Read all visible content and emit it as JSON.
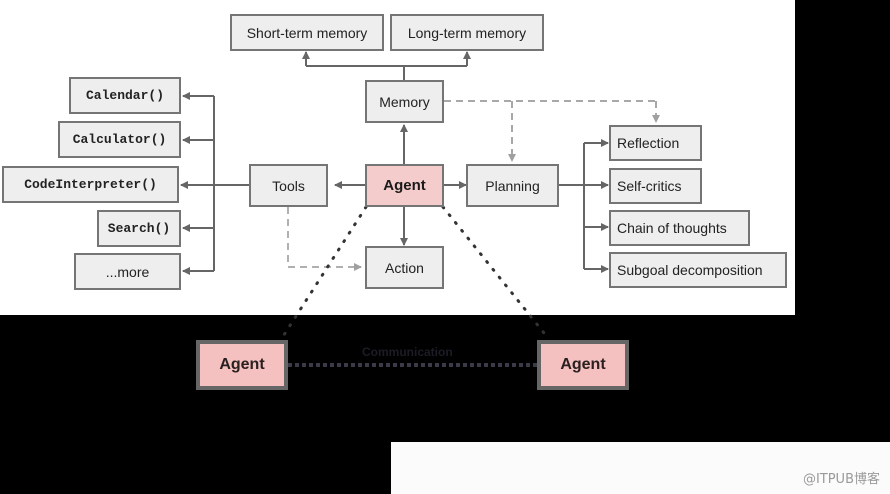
{
  "diagram": {
    "title": "LLM-powered autonomous agent system",
    "nodes": {
      "agent": "Agent",
      "memory": "Memory",
      "short_term_memory": "Short-term memory",
      "long_term_memory": "Long-term memory",
      "tools": "Tools",
      "planning": "Planning",
      "action": "Action",
      "tool_calendar": "Calendar()",
      "tool_calculator": "Calculator()",
      "tool_code_interpreter": "CodeInterpreter()",
      "tool_search": "Search()",
      "tool_more": "...more",
      "plan_reflection": "Reflection",
      "plan_self_critics": "Self-critics",
      "plan_chain_of_thoughts": "Chain of thoughts",
      "plan_subgoal_decomposition": "Subgoal decomposition",
      "peer_agent_left": "Agent",
      "peer_agent_right": "Agent"
    },
    "edges": [
      {
        "from": "agent",
        "to": "memory",
        "style": "solid"
      },
      {
        "from": "memory",
        "to": "short_term_memory",
        "style": "solid"
      },
      {
        "from": "memory",
        "to": "long_term_memory",
        "style": "solid"
      },
      {
        "from": "agent",
        "to": "tools",
        "style": "solid"
      },
      {
        "from": "agent",
        "to": "planning",
        "style": "solid"
      },
      {
        "from": "agent",
        "to": "action",
        "style": "solid"
      },
      {
        "from": "tools",
        "to": "tool_calendar",
        "style": "solid"
      },
      {
        "from": "tools",
        "to": "tool_calculator",
        "style": "solid"
      },
      {
        "from": "tools",
        "to": "tool_code_interpreter",
        "style": "solid"
      },
      {
        "from": "tools",
        "to": "tool_search",
        "style": "solid"
      },
      {
        "from": "tools",
        "to": "tool_more",
        "style": "solid"
      },
      {
        "from": "planning",
        "to": "plan_reflection",
        "style": "solid"
      },
      {
        "from": "planning",
        "to": "plan_self_critics",
        "style": "solid"
      },
      {
        "from": "planning",
        "to": "plan_chain_of_thoughts",
        "style": "solid"
      },
      {
        "from": "planning",
        "to": "plan_subgoal_decomposition",
        "style": "solid"
      },
      {
        "from": "memory",
        "to": "planning",
        "style": "dashed"
      },
      {
        "from": "tools",
        "to": "action",
        "style": "dashed"
      },
      {
        "from": "agent",
        "to": "peer_agent_left",
        "style": "dotted"
      },
      {
        "from": "agent",
        "to": "peer_agent_right",
        "style": "dotted"
      },
      {
        "from": "peer_agent_left",
        "to": "peer_agent_right",
        "style": "dotted",
        "label": "Communication"
      }
    ],
    "communication_label": "Communication",
    "colors": {
      "agent_fill": "#f4cccc",
      "box_fill": "#eeeeee",
      "box_border": "#757575",
      "edge": "#666666",
      "dashed_edge": "#aaaaaa"
    }
  },
  "watermark": "@ITPUB博客"
}
